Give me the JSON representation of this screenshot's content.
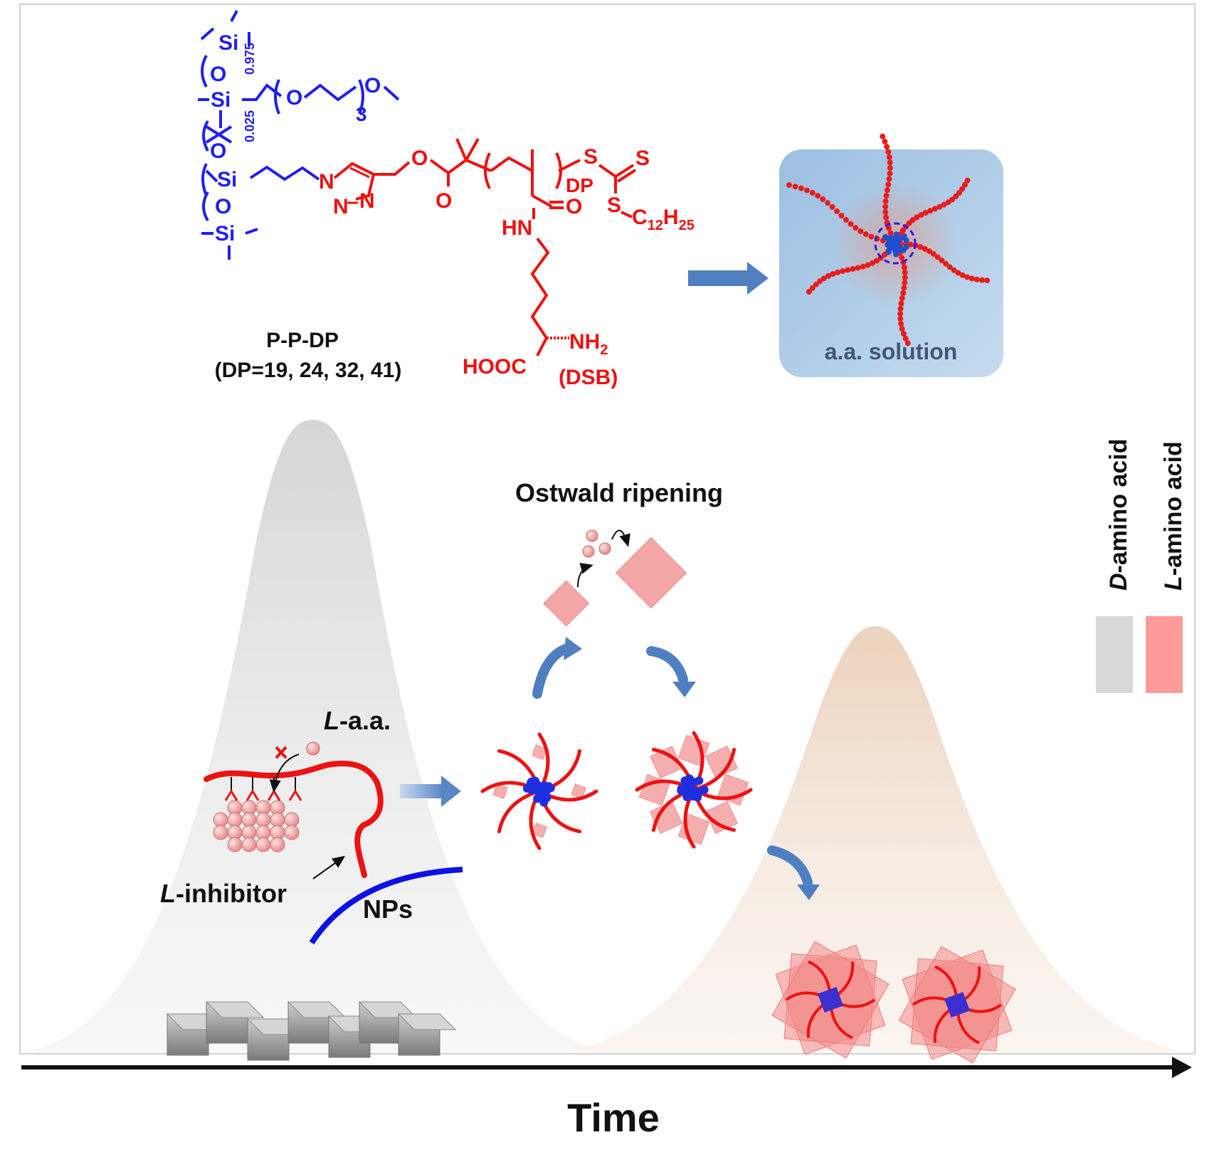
{
  "colors": {
    "siloxane": "#1f1ff0",
    "polymer": "#ee1111",
    "d_bar": "#d9d9d9",
    "l_bar": "#ff9a9a",
    "solution_box": "#b7d3ec",
    "arrow": "#4f7fc1"
  },
  "structure": {
    "si_1": "Si",
    "o_1": "O",
    "si_2": "Si",
    "sub_0975": "0.975",
    "sub_0025": "0.025",
    "peg_o1": "O",
    "peg_o2": "O",
    "peg_3": "3",
    "o_2": "O",
    "si_3": "Si",
    "o_3": "O",
    "si_4": "Si",
    "triazole_n1": "N",
    "triazole_n2": "N",
    "triazole_n3": "N",
    "ester_o1": "O",
    "ester_o2": "O",
    "dp": "DP",
    "s1": "S",
    "s2": "S",
    "s3": "S",
    "c12h25_c": "C",
    "c12h25_12": "12",
    "c12h25_h": "H",
    "c12h25_25": "25",
    "amide_o": "O",
    "hn": "HN",
    "nh2_nh": "NH",
    "nh2_2": "2",
    "hooc": "HOOC",
    "dsb": "(DSB)",
    "name": "P-P-DP",
    "dp_values": "(DP=19, 24, 32, 41)"
  },
  "solution_label": "a.a. solution",
  "ostwald_label": "Ostwald ripening",
  "l_aa_prefix": "L",
  "l_aa_suffix": "-a.a.",
  "l_inhibitor_prefix": "L",
  "l_inhibitor_suffix": "-inhibitor",
  "nps_label": "NPs",
  "legend": {
    "d_prefix": "D",
    "d_suffix": "-amino acid",
    "l_prefix": "L",
    "l_suffix": "-amino acid"
  },
  "x_axis_label": "Time"
}
